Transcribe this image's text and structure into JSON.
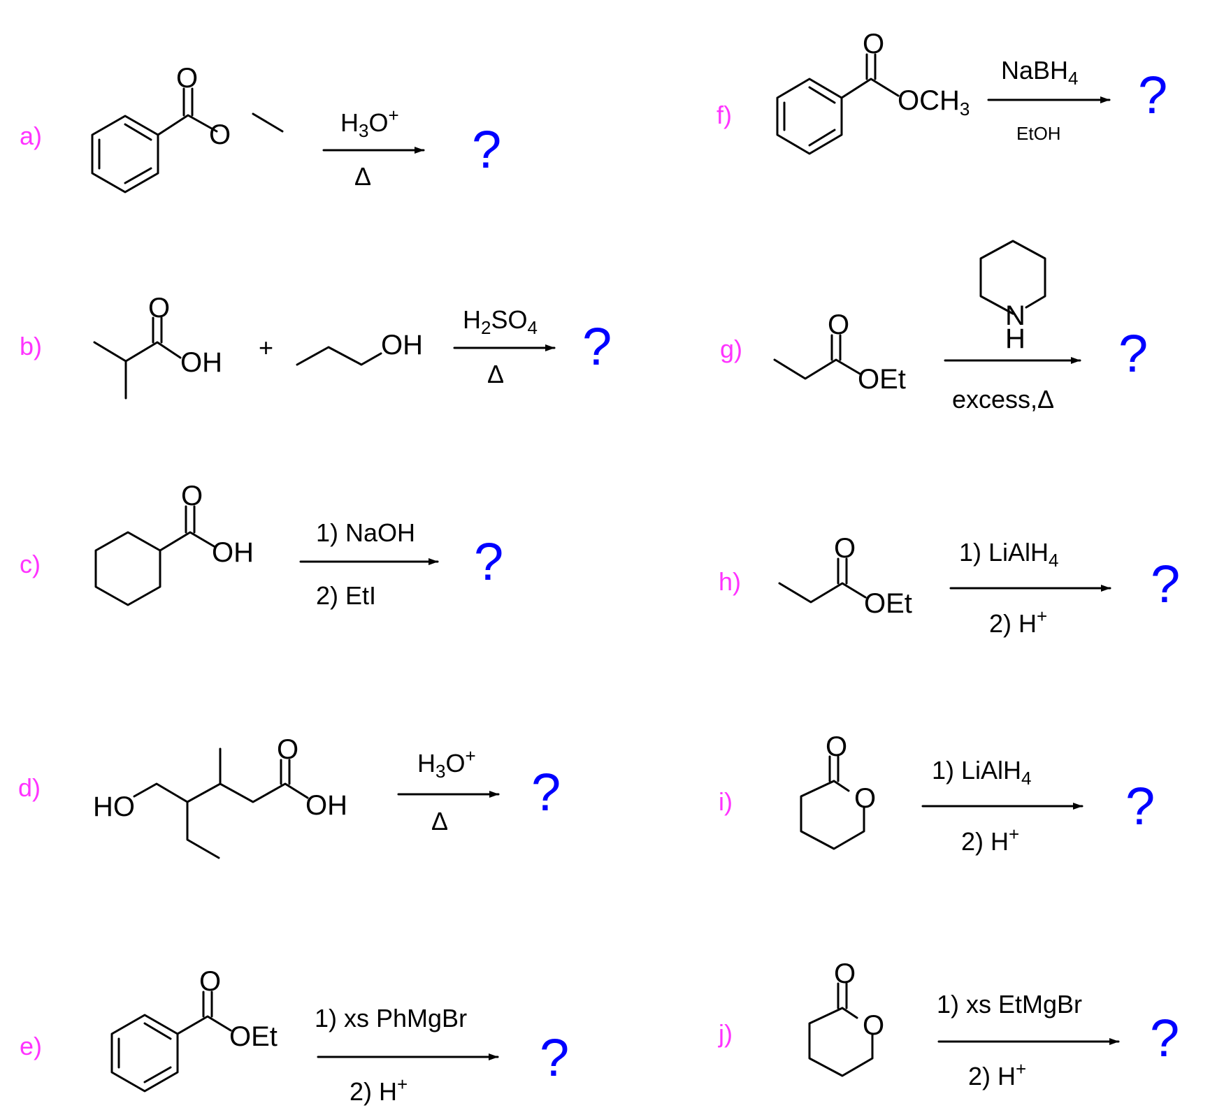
{
  "colors": {
    "label": "#ff33ff",
    "question": "#0000ff",
    "ink": "#000000"
  },
  "question_mark": "?",
  "atoms": {
    "O": "O",
    "OH": "OH",
    "HO": "HO",
    "OEt": "OEt",
    "OC": "OC",
    "H3": "H3",
    "N": "N",
    "H": "H",
    "plus": "+"
  },
  "reactions": [
    {
      "label": "a)",
      "above": [
        "H",
        "3",
        "O",
        "+"
      ],
      "below": "Δ"
    },
    {
      "label": "b)",
      "above": [
        "H",
        "2",
        "SO",
        "4"
      ],
      "below": "Δ"
    },
    {
      "label": "c)",
      "above": "1) NaOH",
      "below": "2) EtI"
    },
    {
      "label": "d)",
      "above": [
        "H",
        "3",
        "O",
        "+"
      ],
      "below": "Δ"
    },
    {
      "label": "e)",
      "above": "1) xs PhMgBr",
      "below": [
        "2) H",
        "+"
      ]
    },
    {
      "label": "f)",
      "above": [
        "NaBH",
        "4"
      ],
      "below": "EtOH"
    },
    {
      "label": "g)",
      "above": "",
      "below": "excess,Δ"
    },
    {
      "label": "h)",
      "above": [
        "1) LiAlH",
        "4"
      ],
      "below": [
        "2) H",
        "+"
      ]
    },
    {
      "label": "i)",
      "above": [
        "1) LiAlH",
        "4"
      ],
      "below": [
        "2) H",
        "+"
      ]
    },
    {
      "label": "j)",
      "above": "1) xs EtMgBr",
      "below": [
        "2) H",
        "+"
      ]
    }
  ]
}
